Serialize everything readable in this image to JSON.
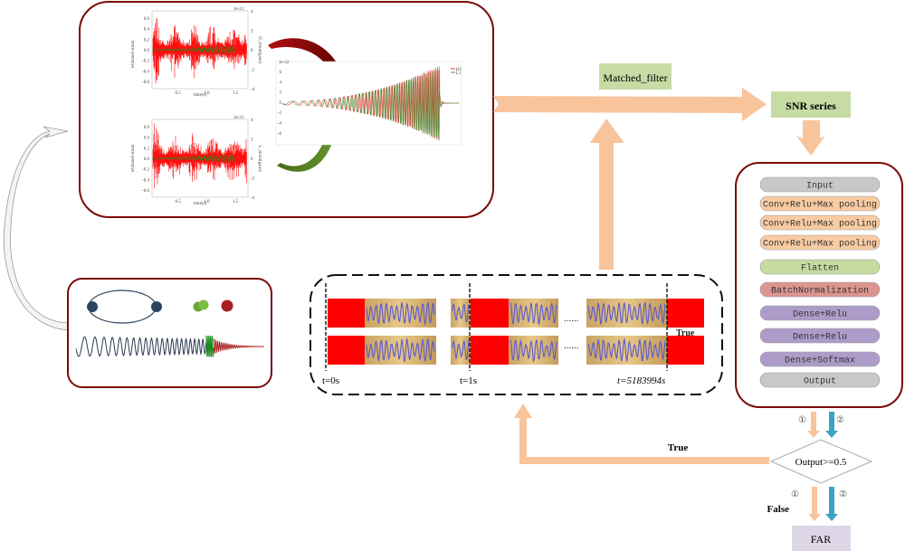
{
  "colors": {
    "box_border": "#7a0a0a",
    "flow_arrow": "#f8c49c",
    "blue_arrow": "#3ba3c4",
    "green_label": "#c6dca4",
    "far_box": "#dcd6e6",
    "layer_gray": "#c8c8c8",
    "layer_orange": "#f9cba3",
    "layer_green": "#c5dba0",
    "layer_red": "#dc9590",
    "layer_purple": "#ad9cc9",
    "h1_red": "#ff0000",
    "l1_green": "#1a8a1a",
    "segment_gold": "#dcbb79",
    "wave_blue": "#5a5ad0"
  },
  "strain_plots": {
    "top": {
      "ylabel": "whitened strain",
      "xlabel": "time(s)",
      "ylabel_right": "H_strain(gaus)",
      "scale": "1e-21",
      "yticks": [
        "0.6",
        "0.4",
        "0.2",
        "0.0",
        "-0.2",
        "-0.4",
        "-0.6"
      ],
      "xticks": [
        "0.5",
        "1.0",
        "1.5"
      ],
      "right_ticks": [
        "4",
        "2",
        "0",
        "-2",
        "-4"
      ]
    },
    "bottom": {
      "ylabel": "whitened strain",
      "xlabel": "time(s)",
      "ylabel_right": "L_strain(gaus)",
      "scale": "1e-21",
      "yticks": [
        "0.6",
        "0.4",
        "0.2",
        "0.0",
        "-0.2",
        "-0.4",
        "-0.6"
      ],
      "xticks": [
        "0.5",
        "1.0",
        "1.5"
      ],
      "right_ticks": [
        "4",
        "2",
        "0",
        "-2",
        "-4"
      ]
    },
    "merged": {
      "scale": "1e-22",
      "yticks": [
        "6",
        "4",
        "2",
        "0",
        "-2",
        "-4",
        "-6"
      ],
      "legend": [
        "H1",
        "L1"
      ]
    }
  },
  "labels": {
    "matched_filter": "Matched_filter",
    "snr_series": "SNR series",
    "t0": "t=0s",
    "t1": "t=1s",
    "tend": "t=5183994s",
    "dots": "......",
    "hidden_true": "True",
    "true": "True",
    "false": "False",
    "decision": "Output>=0.5",
    "far": "FAR",
    "path1": "①",
    "path2": "②"
  },
  "network": {
    "layers": [
      {
        "label": "Input",
        "type": "io"
      },
      {
        "label": "Conv+Relu+Max pooling",
        "type": "conv"
      },
      {
        "label": "Conv+Relu+Max pooling",
        "type": "conv"
      },
      {
        "label": "Conv+Relu+Max pooling",
        "type": "conv"
      },
      {
        "label": "Flatten",
        "type": "flatten"
      },
      {
        "label": "BatchNormalization",
        "type": "bn"
      },
      {
        "label": "Dense+Relu",
        "type": "dense"
      },
      {
        "label": "Dense+Relu",
        "type": "dense"
      },
      {
        "label": "Dense+Softmax",
        "type": "dense"
      },
      {
        "label": "Output",
        "type": "io"
      }
    ]
  }
}
